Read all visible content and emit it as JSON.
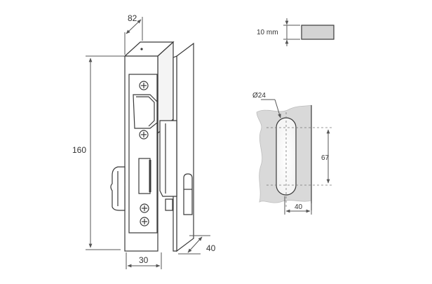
{
  "dimensions": {
    "depth": "82",
    "height": "160",
    "width": "30",
    "offset": "40",
    "thickness_label": "10 mm",
    "hole_diameter": "Ø24",
    "hole_spacing": "67",
    "edge_distance": "40"
  },
  "colors": {
    "line": "#3a3a3a",
    "dim_line": "#555555",
    "door_fill": "#d9d9d9",
    "plate_fill": "#cfcfcf",
    "body_fill": "#ffffff"
  }
}
